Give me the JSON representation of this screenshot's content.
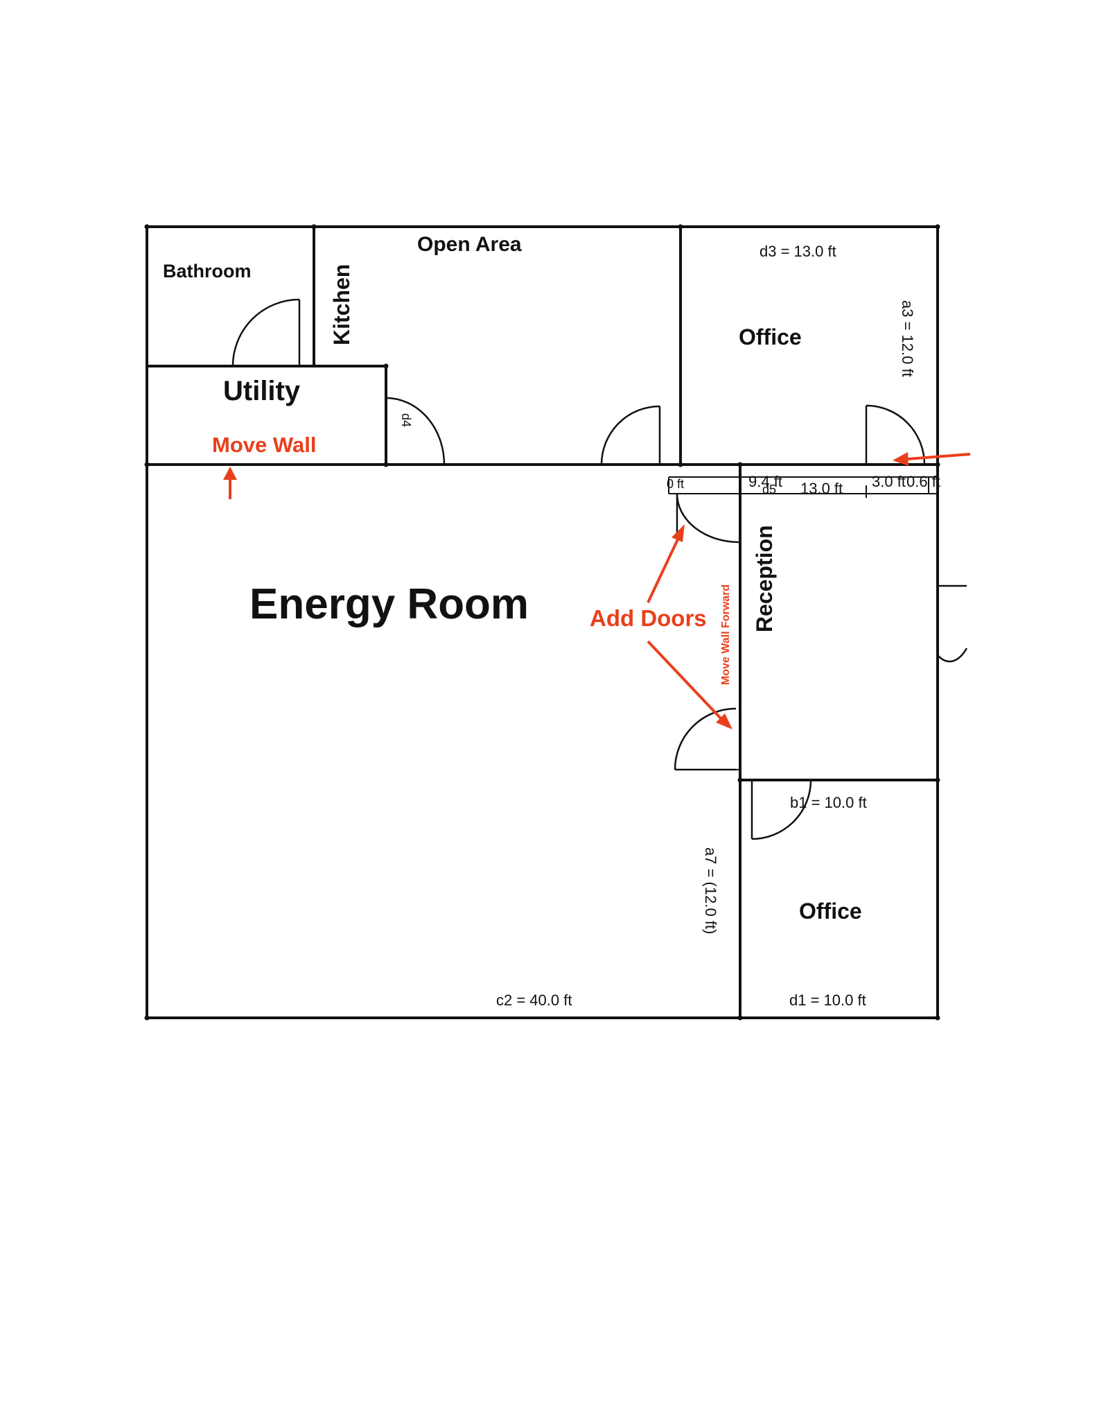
{
  "rooms": {
    "bathroom": "Bathroom",
    "kitchen": "Kitchen",
    "open_area": "Open Area",
    "office_top": "Office",
    "utility": "Utility",
    "energy_room": "Energy Room",
    "reception": "Reception",
    "office_bottom": "Office"
  },
  "dimensions": {
    "d3": "d3 = 13.0 ft",
    "a3": "a3 = 12.0 ft",
    "c2": "c2 = 40.0 ft",
    "d1": "d1 = 10.0 ft",
    "b1": "b1 = 10.0 ft",
    "a7": "a7 = (12.0 ft)",
    "reception_top": "13.0 ft",
    "seg_94": "9.4 ft",
    "seg_30": "3.0 ft",
    "seg_06": "0.6 ft",
    "seg_0ft": "0 ft",
    "d4_tag": "d4",
    "d5_tag": "d5"
  },
  "annotations": {
    "move_wall": "Move Wall",
    "add_doors": "Add Doors",
    "move_wall_forward": "Move Wall Forward"
  },
  "colors": {
    "annotation": "#e8401c",
    "wall": "#111111",
    "background": "#ffffff"
  }
}
